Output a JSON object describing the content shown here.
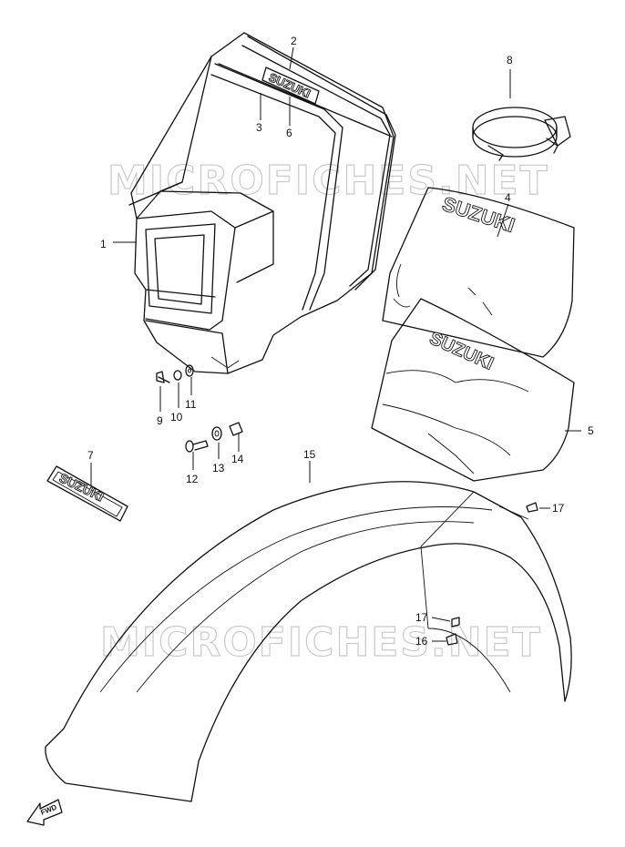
{
  "watermark": {
    "text": "MICROFICHES.NET"
  },
  "emblem_text": "SUZUKI",
  "direction_label": "FWD",
  "callouts": {
    "c1": "1",
    "c2": "2",
    "c3": "3",
    "c4": "4",
    "c5": "5",
    "c6": "6",
    "c7": "7",
    "c8": "8",
    "c9": "9",
    "c10": "10",
    "c11": "11",
    "c12": "12",
    "c13": "13",
    "c14": "14",
    "c15": "15",
    "c16": "16",
    "c17a": "17",
    "c17b": "17"
  }
}
